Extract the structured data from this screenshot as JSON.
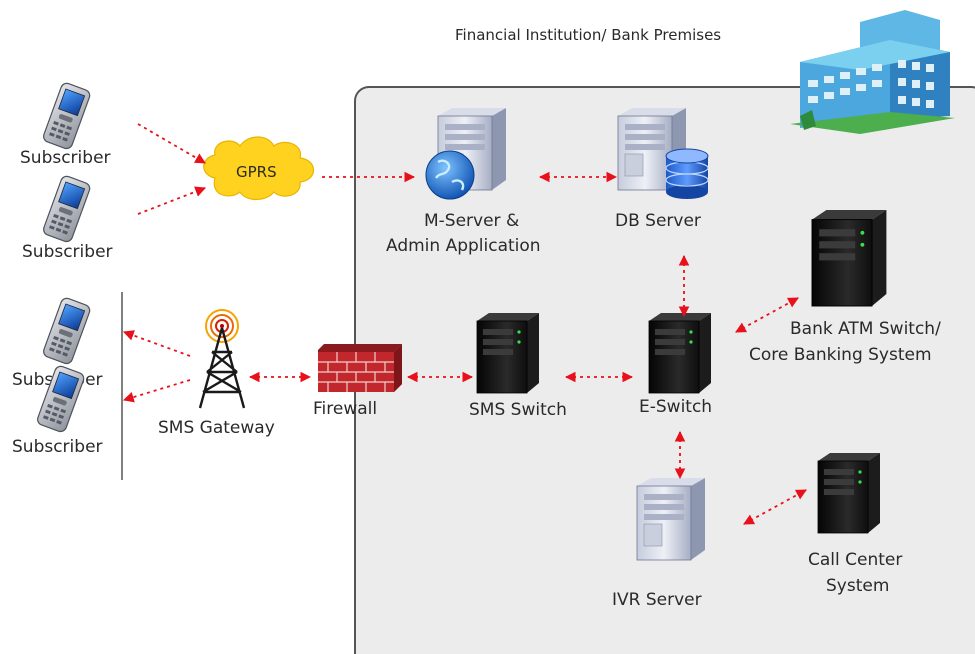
{
  "bank_premises": {
    "title": "Financial Institution/ Bank Premises"
  },
  "nodes": {
    "subscriber_1": "Subscriber",
    "subscriber_2": "Subscriber",
    "subscriber_3": "Subscriber",
    "subscriber_4": "Subscriber",
    "gprs": "GPRS",
    "sms_gateway": "SMS Gateway",
    "firewall": "Firewall",
    "m_server_line1": "M-Server &",
    "m_server_line2": "Admin Application",
    "db_server": "DB Server",
    "sms_switch": "SMS Switch",
    "e_switch": "E-Switch",
    "bank_atm_line1": "Bank ATM Switch/",
    "bank_atm_line2": "Core Banking System",
    "ivr_server": "IVR Server",
    "call_center_line1": "Call Center",
    "call_center_line2": "System"
  },
  "colors": {
    "connector": "#e8101a",
    "premises_fill": "#ececec",
    "premises_border": "#555555",
    "gprs_cloud": "#ffd21f",
    "firewall_brick": "#b4242a"
  },
  "icons": {
    "subscriber": "mobile-phone-icon",
    "gprs": "cloud-icon",
    "sms_gateway": "antenna-tower-icon",
    "firewall": "brick-wall-icon",
    "m_server": "web-server-icon",
    "db_server": "database-server-icon",
    "switch": "black-server-icon",
    "ivr_server": "grey-server-icon",
    "building": "office-building-icon"
  }
}
